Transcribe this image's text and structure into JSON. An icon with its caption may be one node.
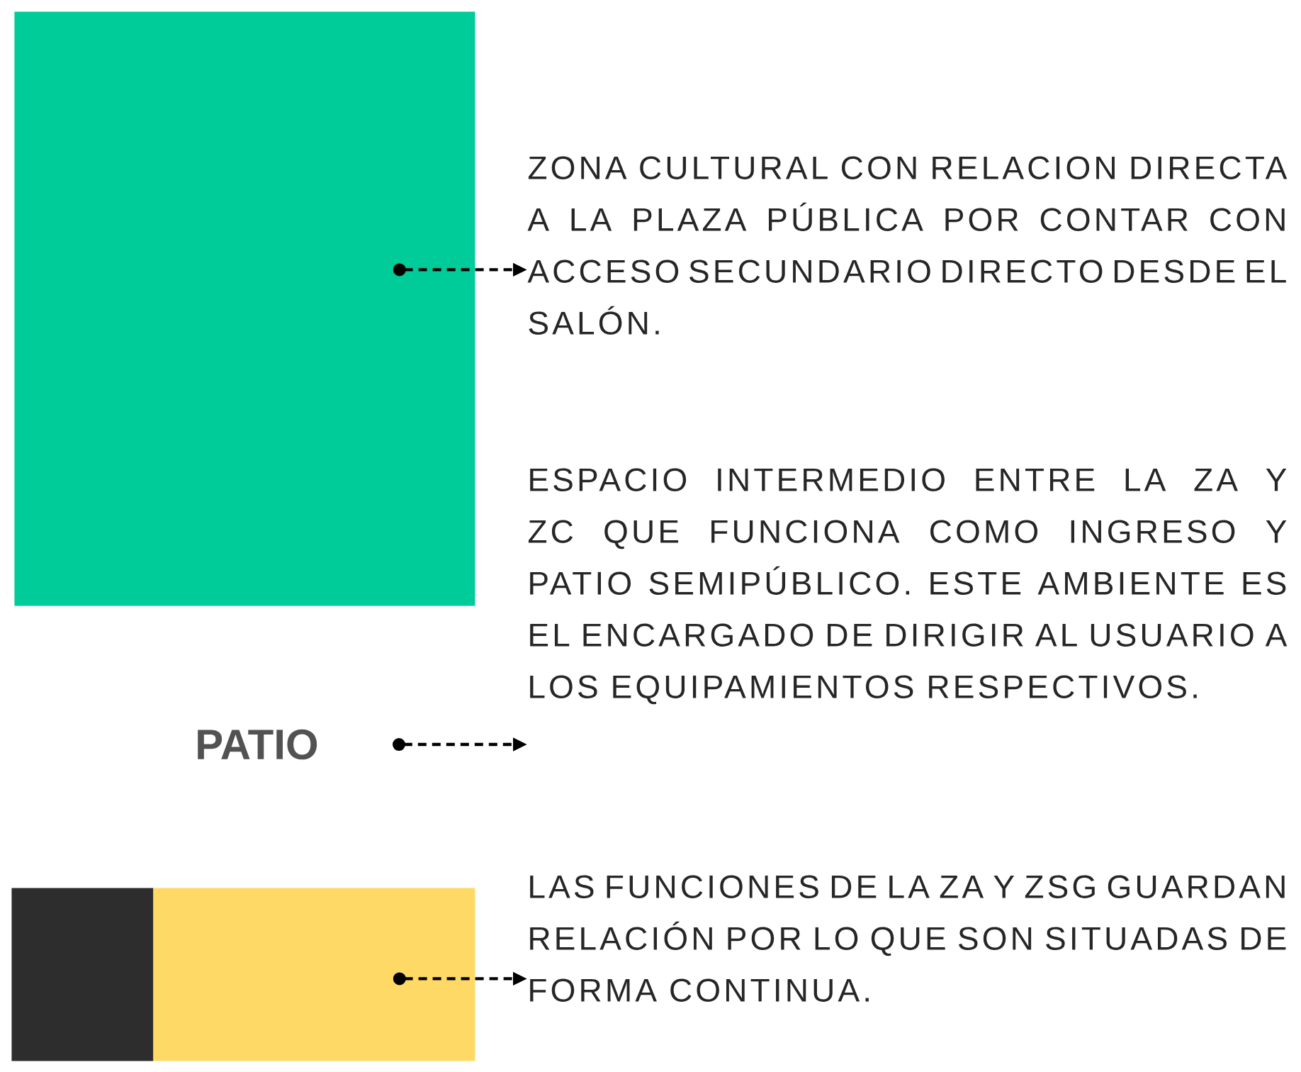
{
  "diagram": {
    "nodes": [
      {
        "text": [],
        "shape": "box"
      },
      {
        "text": [
          "ZONA CULTURAL CON RELACION DIRECTA A LA PLAZA PÚBLICA POR CONTAR CON ACCESO SECUNDARIO DIRECTO DESDE EL SALÓN."
        ]
      },
      {
        "text": [
          "PATIO"
        ]
      },
      {
        "text": [
          "ESPACIO INTERMEDIO ENTRE LA ZA Y ZC QUE FUNCIONA COMO INGRESO Y PATIO SEMIPÚBLICO. ESTE AMBIENTE ES EL ENCARGADO DE DIRIGIR AL USUARIO A LOS EQUIPAMIENTOS RESPECTIVOS."
        ]
      },
      {
        "text": [],
        "shape": "box"
      },
      {
        "text": [],
        "shape": "box"
      },
      {
        "text": [
          "LAS FUNCIONES DE LA ZA Y ZSG GUARDAN RELACIÓN POR LO QUE SON SITUADAS DE FORMA CONTINUA."
        ]
      }
    ],
    "edges": [
      {
        "from": 0,
        "to": 1,
        "arrow": "to",
        "style": "dashed"
      },
      {
        "from": 2,
        "to": 3,
        "arrow": "to",
        "style": "dashed"
      },
      {
        "from": 5,
        "to": 6,
        "arrow": "to",
        "style": "dashed"
      }
    ]
  }
}
